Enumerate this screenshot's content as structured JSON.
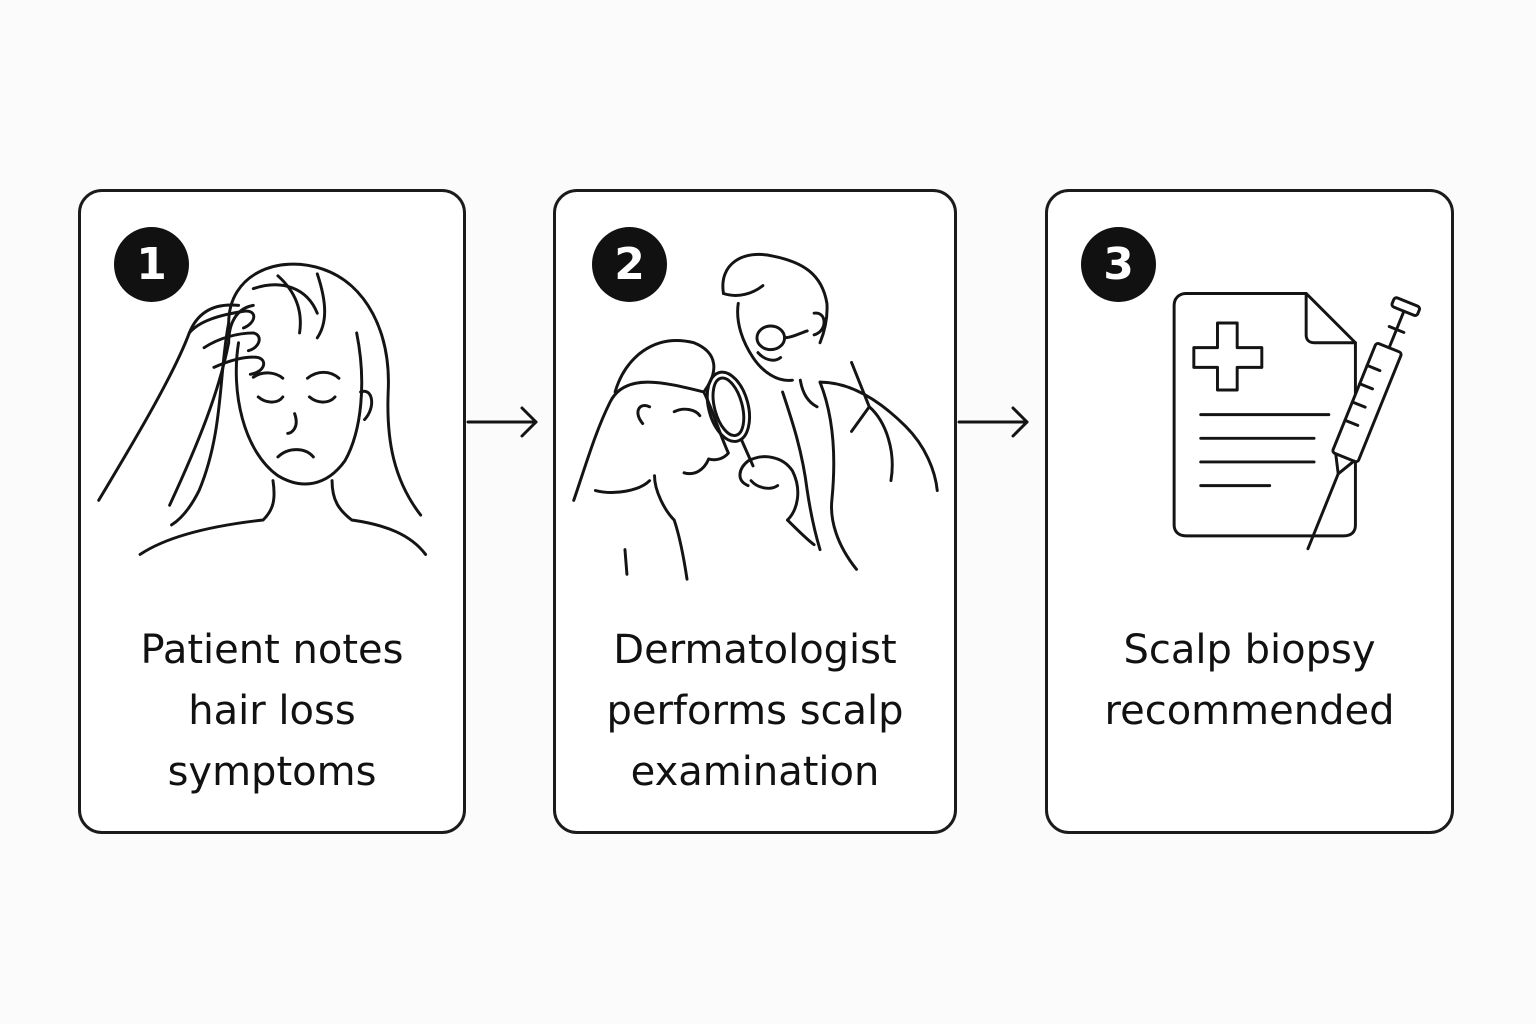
{
  "steps": [
    {
      "number": "1",
      "caption_lines": [
        "Patient notes",
        "hair loss",
        "symptoms"
      ],
      "icon": "worried-patient-icon"
    },
    {
      "number": "2",
      "caption_lines": [
        "Dermatologist",
        "performs scalp",
        "examination"
      ],
      "icon": "dermatologist-examining-icon"
    },
    {
      "number": "3",
      "caption_lines": [
        "Scalp biopsy",
        "recommended"
      ],
      "icon": "medical-report-syringe-icon"
    }
  ],
  "colors": {
    "ink": "#141414",
    "badge": "#111111",
    "background": "#fbfbfb"
  }
}
